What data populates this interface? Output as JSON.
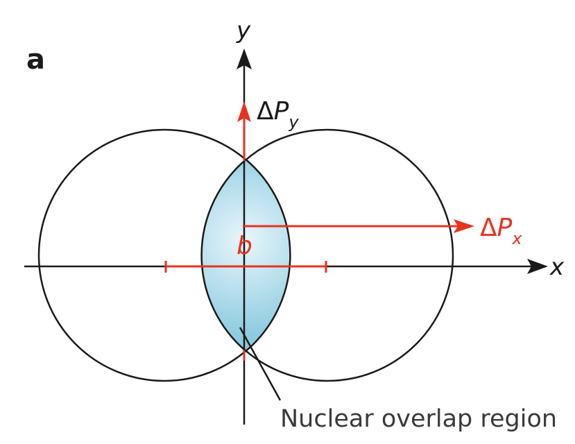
{
  "panel_label": "a",
  "axes": {
    "x_label": "x",
    "y_label": "y"
  },
  "annotations": {
    "delta_symbol": "Δ",
    "momentum_symbol": "P",
    "dpy_subscript": "y",
    "dpx_subscript": "x",
    "impact_parameter": "b",
    "region_label": "Nuclear overlap region"
  },
  "colors": {
    "line": "#1a1a1a",
    "accent": "#e8321f",
    "overlap_fill_center": "#e9f6fb",
    "overlap_fill_edge": "#8ccbe0"
  }
}
